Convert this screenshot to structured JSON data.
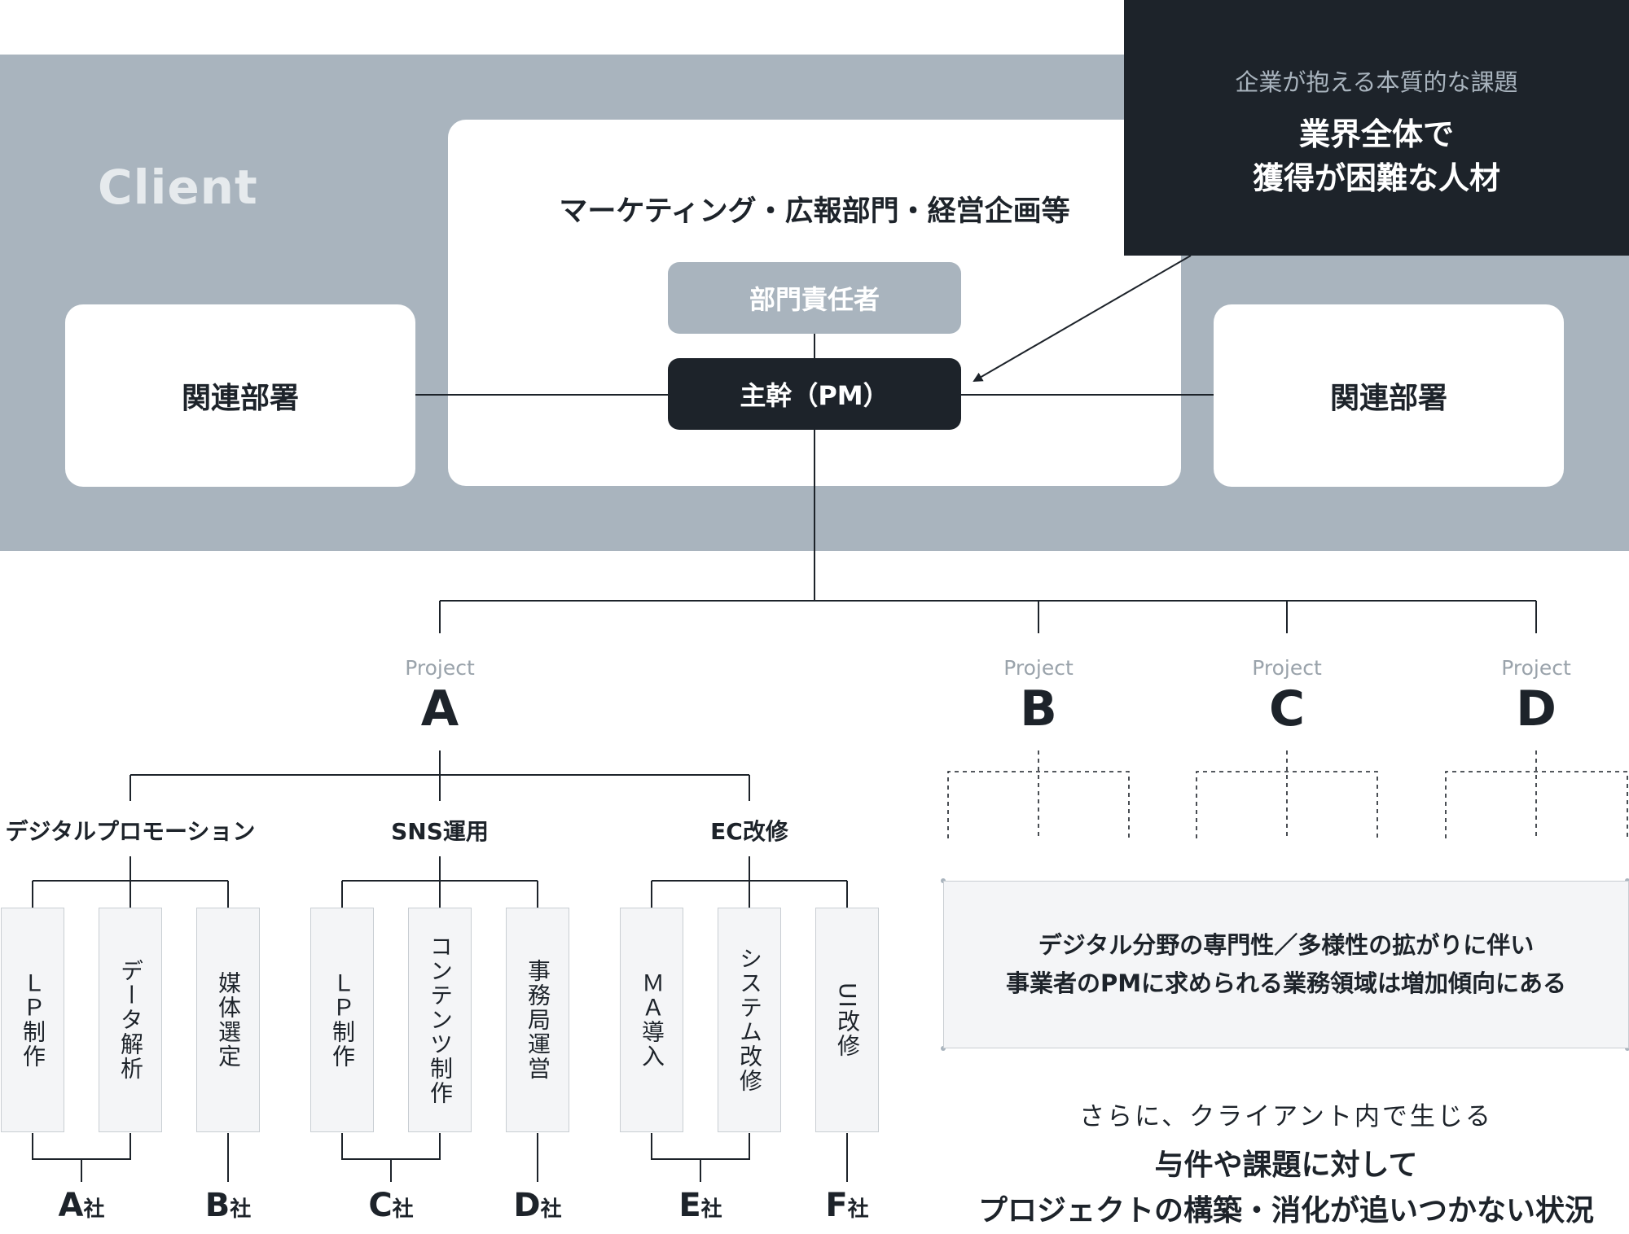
{
  "client_label": "Client",
  "department": "マーケティング・広報部門・経営企画等",
  "related_left": "関連部署",
  "related_right": "関連部署",
  "department_head": "部門責任者",
  "pm": "主幹（PM）",
  "issue": {
    "subtitle": "企業が抱える本質的な課題",
    "line1": "業界全体で",
    "line2": "獲得が困難な人材"
  },
  "projects": [
    {
      "label": "Project",
      "letter": "A"
    },
    {
      "label": "Project",
      "letter": "B"
    },
    {
      "label": "Project",
      "letter": "C"
    },
    {
      "label": "Project",
      "letter": "D"
    }
  ],
  "categories": [
    {
      "name": "デジタルプロモーション",
      "tasks": [
        "ＬＰ制作",
        "データ解析",
        "媒体選定"
      ]
    },
    {
      "name": "SNS運用",
      "tasks": [
        "ＬＰ制作",
        "コンテンツ制作",
        "事務局運営"
      ]
    },
    {
      "name": "EC改修",
      "tasks": [
        "ＭＡ導入",
        "システム改修",
        "UI改修"
      ]
    }
  ],
  "companies": [
    {
      "letter": "A",
      "suffix": "社"
    },
    {
      "letter": "B",
      "suffix": "社"
    },
    {
      "letter": "C",
      "suffix": "社"
    },
    {
      "letter": "D",
      "suffix": "社"
    },
    {
      "letter": "E",
      "suffix": "社"
    },
    {
      "letter": "F",
      "suffix": "社"
    }
  ],
  "note": {
    "line1": "デジタル分野の専門性／多様性の拡がりに伴い",
    "line2": "事業者のPMに求められる業務領域は増加傾向にある"
  },
  "furthermore": "さらに、クライアント内で生じる",
  "conclusion": {
    "line1": "与件や課題に対して",
    "line2": "プロジェクトの構築・消化が追いつかない状況"
  }
}
